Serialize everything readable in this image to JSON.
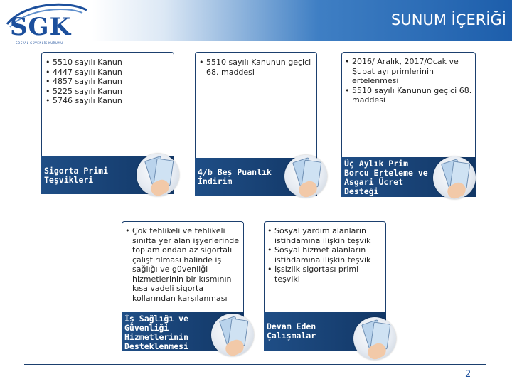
{
  "header": {
    "title": "SUNUM İÇERİĞİ",
    "logo_text": "SGK",
    "logo_subtitle": "SOSYAL GÜVENLİK KURUMU"
  },
  "cards": [
    {
      "bullets": [
        "5510 sayılı Kanun",
        "4447 sayılı Kanun",
        "4857 sayılı Kanun",
        "5225 sayılı Kanun",
        "5746 sayılı Kanun"
      ],
      "label": "Sigorta Primi Teşvikleri"
    },
    {
      "bullets": [
        "5510 sayılı Kanunun geçici 68. maddesi"
      ],
      "label": "4/b Beş Puanlık İndirim"
    },
    {
      "bullets": [
        "2016/ Aralık, 2017/Ocak ve Şubat ayı primlerinin ertelenmesi",
        "5510 sayılı Kanunun geçici 68. maddesi"
      ],
      "label": "Üç Aylık Prim Borcu Erteleme ve Asgari Ücret Desteği"
    },
    {
      "bullets": [
        "Çok tehlikeli ve tehlikeli sınıfta yer alan işyerlerinde toplam ondan az sigortalı çalıştırılması halinde iş sağlığı ve güvenliği hizmetlerinin bir kısmının kısa vadeli sigorta kollarından karşılanması"
      ],
      "label": "İş Sağlığı ve Güvenliği Hizmetlerinin Desteklenmesi"
    },
    {
      "bullets": [
        "Sosyal yardım alanların istihdamına ilişkin teşvik",
        "Sosyal hizmet alanların istihdamına ilişkin teşvik",
        "İşsizlik sigortası primi teşviki"
      ],
      "label": "Devam Eden Çalışmalar"
    }
  ],
  "footer": {
    "page_number": "2"
  },
  "colors": {
    "accent": "#1f4e86",
    "header_blue": "#1d5eab"
  },
  "icons": [
    "money-hand-icon"
  ]
}
